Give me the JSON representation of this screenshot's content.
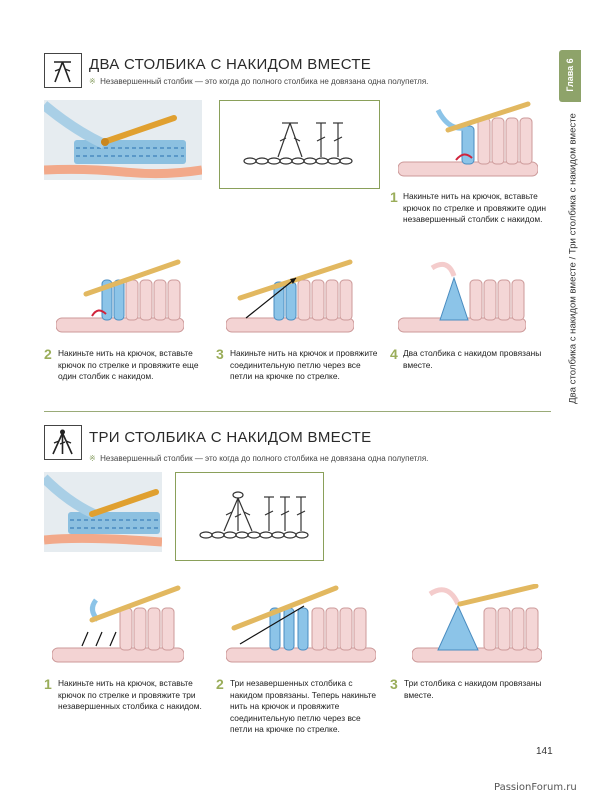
{
  "chapter_tab": "Глава 6",
  "side_title": "Два столбика с накидом вместе / Три столбика с накидом вместе",
  "section1": {
    "title": "ДВА СТОЛБИКА С НАКИДОМ ВМЕСТЕ",
    "note_mark": "※",
    "note": "Незавершенный столбик — это когда до полного столбика не довязана одна полупетля.",
    "steps": [
      {
        "num": "1",
        "text": "Накиньте нить на крючок, вставьте крючок по стрелке и провяжите один незавершенный столбик с накидом."
      },
      {
        "num": "2",
        "text": "Накиньте нить на крючок, вставьте крючок по стрелке и провяжите еще один столбик с накидом."
      },
      {
        "num": "3",
        "text": "Накиньте нить на крючок и провяжите соединительную петлю через все петли на крючке по стрелке."
      },
      {
        "num": "4",
        "text": "Два столбика с накидом провязаны вместе."
      }
    ]
  },
  "section2": {
    "title": "ТРИ СТОЛБИКА С НАКИДОМ ВМЕСТЕ",
    "note_mark": "※",
    "note": "Незавершенный столбик — это когда до полного столбика не довязана одна полупетля.",
    "steps": [
      {
        "num": "1",
        "text": "Накиньте нить на крючок, вставьте крючок по стрелке и провяжите три незавершенных столбика с накидом."
      },
      {
        "num": "2",
        "text": "Три незавершенных столбика с накидом провязаны. Теперь накиньте нить на крючок и провяжите соединительную петлю через все петли на крючке по стрелке."
      },
      {
        "num": "3",
        "text": "Три столбика с накидом провязаны вместе."
      }
    ]
  },
  "page_number": "141",
  "watermark": "PassionForum.ru",
  "colors": {
    "accent": "#8ea36a",
    "yarn_blue": "#5aa8d8",
    "yarn_pink": "#e8b8b8",
    "hook": "#e8c060"
  }
}
